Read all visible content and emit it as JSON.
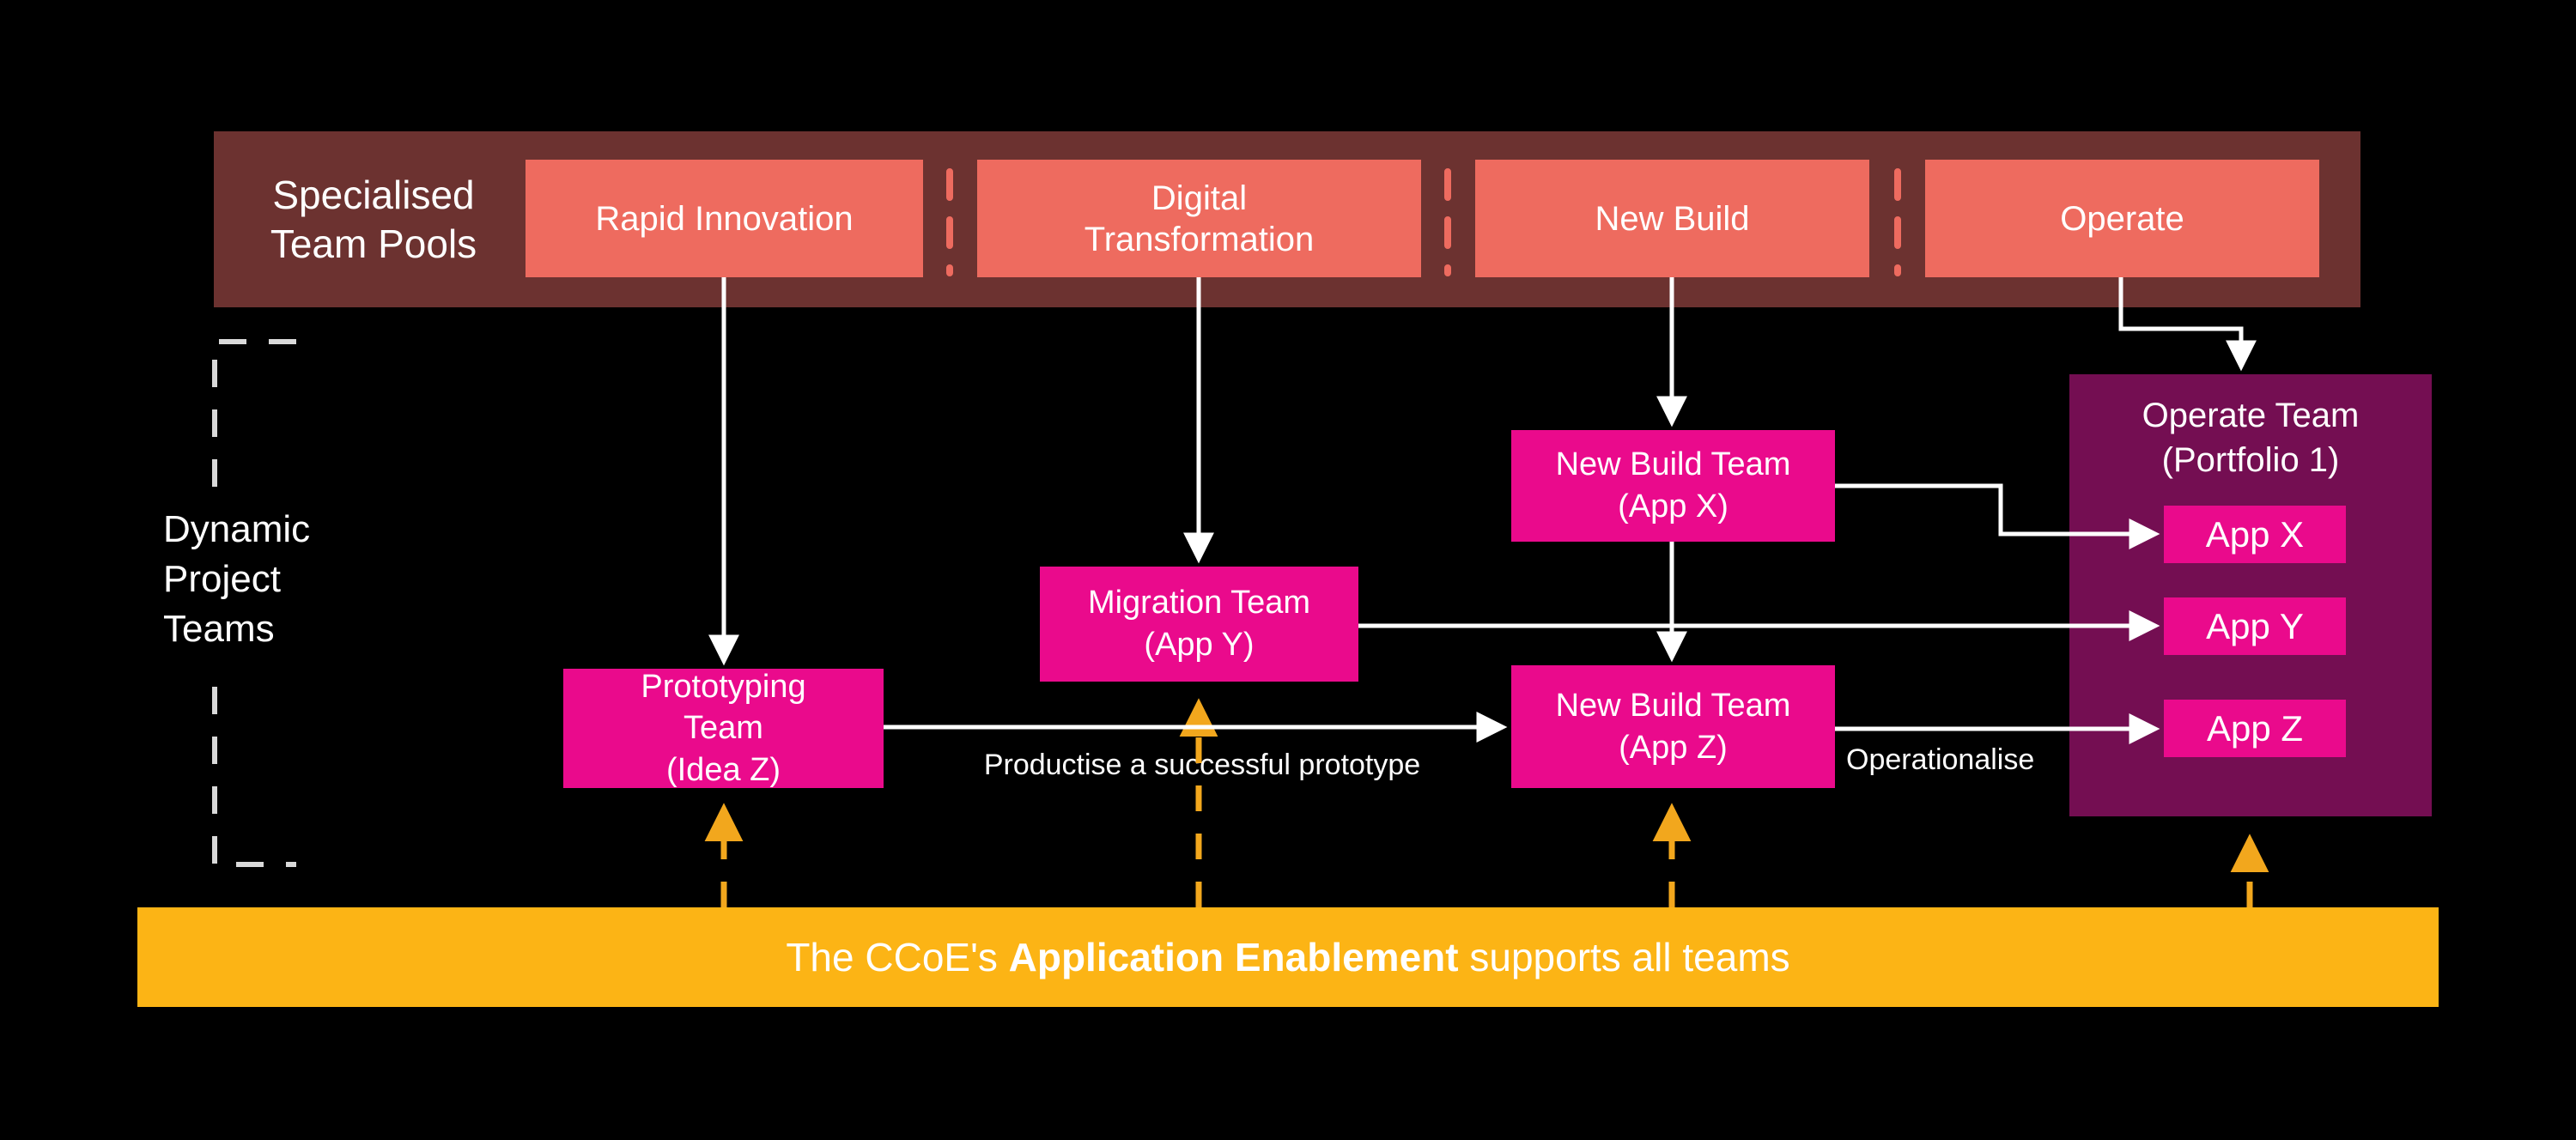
{
  "colors": {
    "background": "#000000",
    "pool_bar": "#6c3230",
    "pool_box": "#ee6b5f",
    "team_pink": "#ea0a8c",
    "operate_purple": "#740e52",
    "banner_yellow": "#fcb415",
    "support_arrow_yellow": "#f2a71d",
    "connector_white": "#ffffff",
    "bracket_grey": "#d9d9d9"
  },
  "header": {
    "title_line1": "Specialised",
    "title_line2": "Team Pools",
    "pools": [
      {
        "label": "Rapid Innovation"
      },
      {
        "label": "Digital Transformation"
      },
      {
        "label": "New Build"
      },
      {
        "label": "Operate"
      }
    ]
  },
  "side_label": {
    "line1": "Dynamic",
    "line2": "Project",
    "line3": "Teams"
  },
  "teams": {
    "prototyping": {
      "line1": "Prototyping",
      "line2": "Team",
      "line3": "(Idea Z)"
    },
    "migration": {
      "line1": "Migration Team",
      "line2": "(App Y)"
    },
    "new_build_x": {
      "line1": "New Build Team",
      "line2": "(App X)"
    },
    "new_build_z": {
      "line1": "New Build Team",
      "line2": "(App Z)"
    }
  },
  "operate_team": {
    "title_line1": "Operate Team",
    "title_line2": "(Portfolio 1)",
    "apps": [
      "App X",
      "App Y",
      "App Z"
    ]
  },
  "edge_labels": {
    "productise": "Productise a successful prototype",
    "operationalise": "Operationalise"
  },
  "banner": {
    "prefix": "The CCoE's ",
    "bold": "Application Enablement",
    "suffix": " supports all teams"
  }
}
